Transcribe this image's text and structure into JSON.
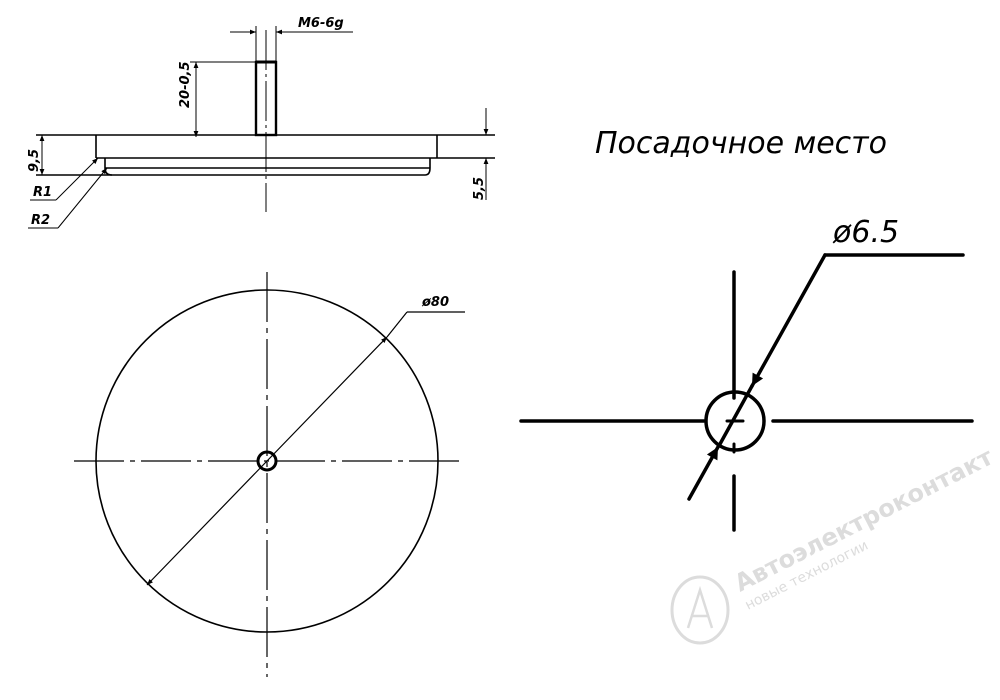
{
  "side_view": {
    "thread_label": "M6-6g",
    "stud_height_label": "20-0,5",
    "total_height_label": "9,5",
    "flange_height_label": "5,5",
    "radius_1_label": "R1",
    "radius_2_label": "R2"
  },
  "plan_view": {
    "diameter_label": "ø80"
  },
  "mounting_hole": {
    "title": "Посадочное место",
    "diameter_label": "ø6.5"
  },
  "watermark": {
    "company": "Автоэлектроконтакт",
    "tagline": "новые технологии"
  },
  "colors": {
    "line": "#000000",
    "background": "#ffffff",
    "watermark": "#dcdcdc"
  }
}
